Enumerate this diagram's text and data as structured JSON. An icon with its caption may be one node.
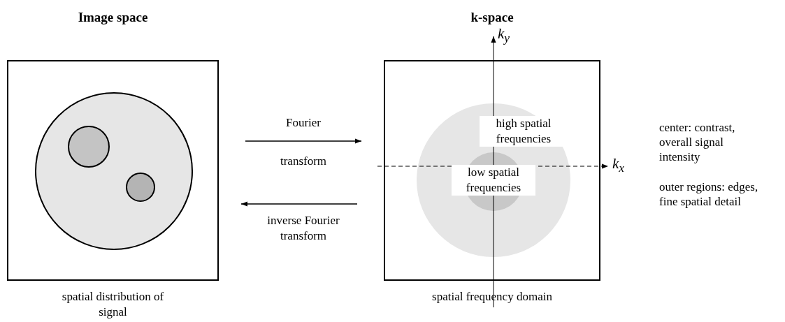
{
  "diagram": {
    "nodes": [
      {
        "text": [
          "Image space"
        ],
        "beside": [
          "spatial distribution of signal"
        ]
      },
      {
        "text": [
          "k-space"
        ],
        "beside": [
          "spatial frequency domain"
        ]
      },
      {
        "text": [
          "high spatial frequencies"
        ],
        "in": 1
      },
      {
        "text": [
          "low spatial frequencies"
        ],
        "in": 2
      }
    ],
    "edges": [
      {
        "from": 0,
        "to": 1,
        "arrow": "to",
        "label": "Fourier transform"
      },
      {
        "from": 1,
        "to": 0,
        "arrow": "to",
        "label": "inverse Fourier transform"
      }
    ],
    "labels": [
      "k$_{y}$",
      "k$_{x}$",
      "center: contrast, overall signal intensity",
      "outer regions: edges, fine spatial detail"
    ]
  }
}
